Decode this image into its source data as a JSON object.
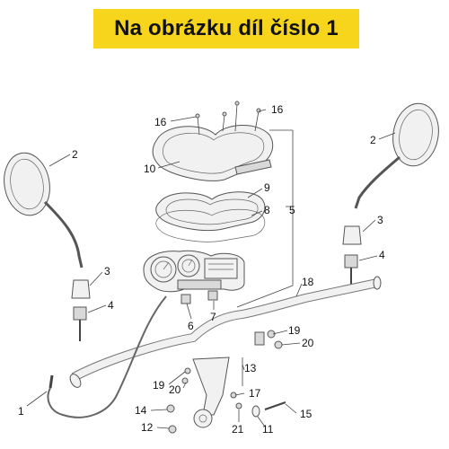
{
  "banner": {
    "text": "Na obrázku díl číslo 1",
    "color": "#f7d51d"
  },
  "callouts": {
    "l16a": "16",
    "l16b": "16",
    "l2a": "2",
    "l2b": "2",
    "l10": "10",
    "l9": "9",
    "l8": "8",
    "l5": "5",
    "l3a": "3",
    "l3b": "3",
    "l4a": "4",
    "l4b": "4",
    "l18": "18",
    "l6": "6",
    "l7": "7",
    "l19a": "19",
    "l19b": "19",
    "l20a": "20",
    "l20b": "20",
    "l13": "13",
    "l17": "17",
    "l14": "14",
    "l12": "12",
    "l21": "21",
    "l11": "11",
    "l15": "15",
    "l1": "1"
  }
}
